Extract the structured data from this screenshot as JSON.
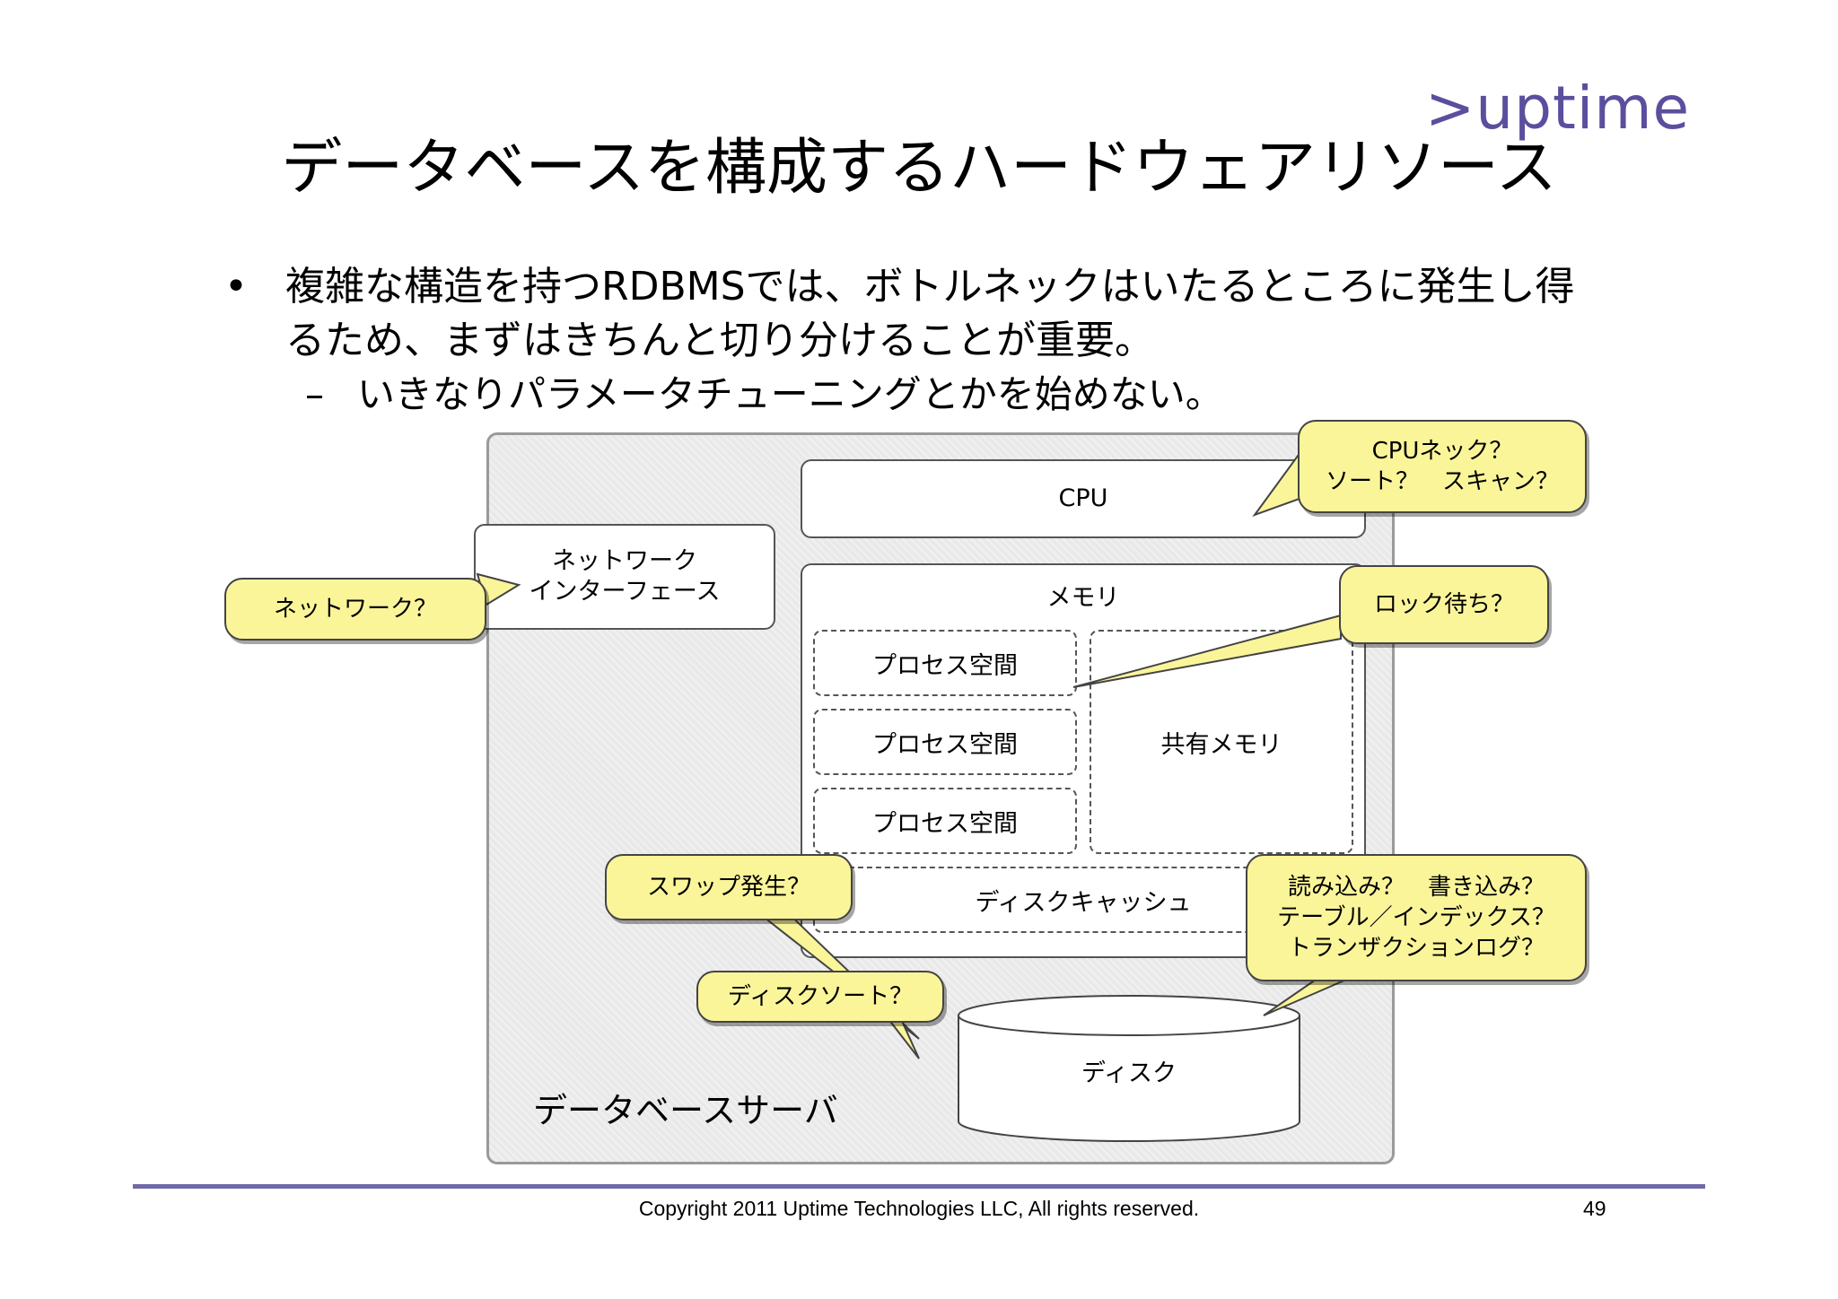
{
  "logo": ">uptime",
  "title": "データベースを構成するハードウェアリソース",
  "bullet": {
    "marker": "•",
    "line1": "複雑な構造を持つRDBMSでは、ボトルネックはいたるところに発生し得",
    "line2": "るため、まずはきちんと切り分けることが重要。",
    "sub_marker": "–",
    "sub_text": "いきなりパラメータチューニングとかを始めない。"
  },
  "diagram": {
    "server_label": "データベースサーバ",
    "cpu": "CPU",
    "nic_line1": "ネットワーク",
    "nic_line2": "インターフェース",
    "memory": "メモリ",
    "process_spaces": [
      "プロセス空間",
      "プロセス空間",
      "プロセス空間"
    ],
    "shared_memory": "共有メモリ",
    "disk_cache": "ディスクキャッシュ",
    "disk": "ディスク"
  },
  "callouts": {
    "cpu_line1": "CPUネック？",
    "cpu_line2": "ソート？　スキャン？",
    "network": "ネットワーク？",
    "lock": "ロック待ち？",
    "swap": "スワップ発生？",
    "disk_sort": "ディスクソート？",
    "io_line1": "読み込み？　書き込み？",
    "io_line2": "テーブル／インデックス？",
    "io_line3": "トランザクションログ？"
  },
  "colors": {
    "callout_fill": "#fbf59a",
    "logo": "#5a4f9e",
    "footer_rule": "#6f6aa8",
    "server_fill": "#e9e9e9"
  },
  "footer": {
    "copyright": "Copyright 2011 Uptime Technologies LLC, All rights reserved.",
    "page_number": "49"
  }
}
